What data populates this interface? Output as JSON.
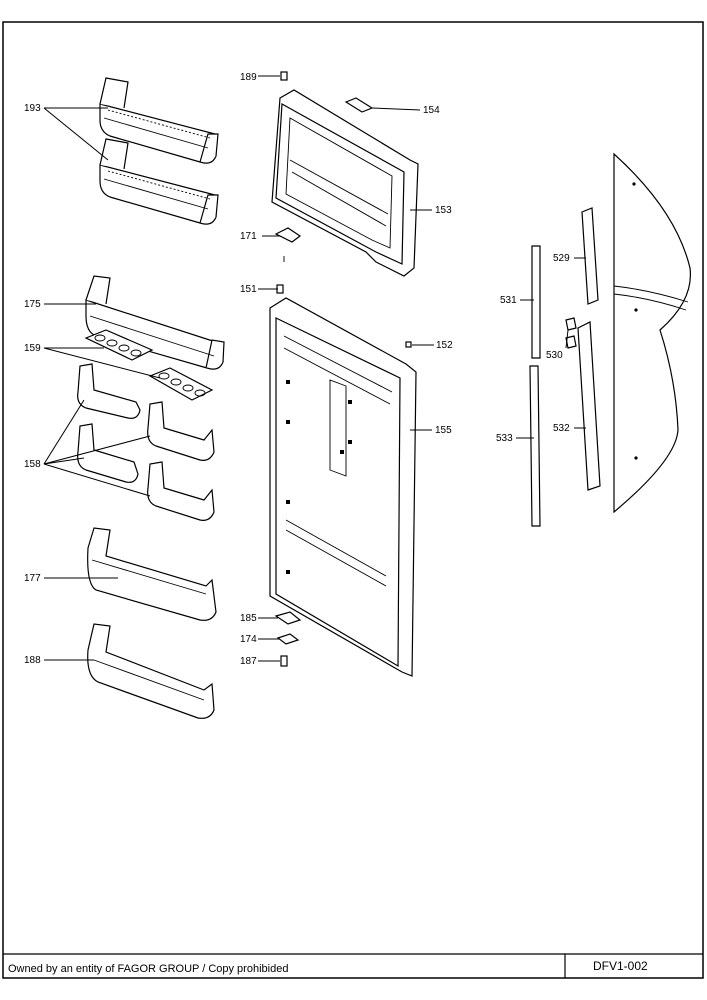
{
  "labels": {
    "p189": "189",
    "p154": "154",
    "p193": "193",
    "p153": "153",
    "p171": "171",
    "p151": "151",
    "p175": "175",
    "p152": "152",
    "p159": "159",
    "p155": "155",
    "p158": "158",
    "p177": "177",
    "p185": "185",
    "p174": "174",
    "p187": "187",
    "p188": "188",
    "p529": "529",
    "p531": "531",
    "p530": "530",
    "p533": "533",
    "p532": "532"
  },
  "footer": {
    "ownership": "Owned by an entity of FAGOR GROUP / Copy prohibided",
    "drawing_code": "DFV1-002"
  }
}
